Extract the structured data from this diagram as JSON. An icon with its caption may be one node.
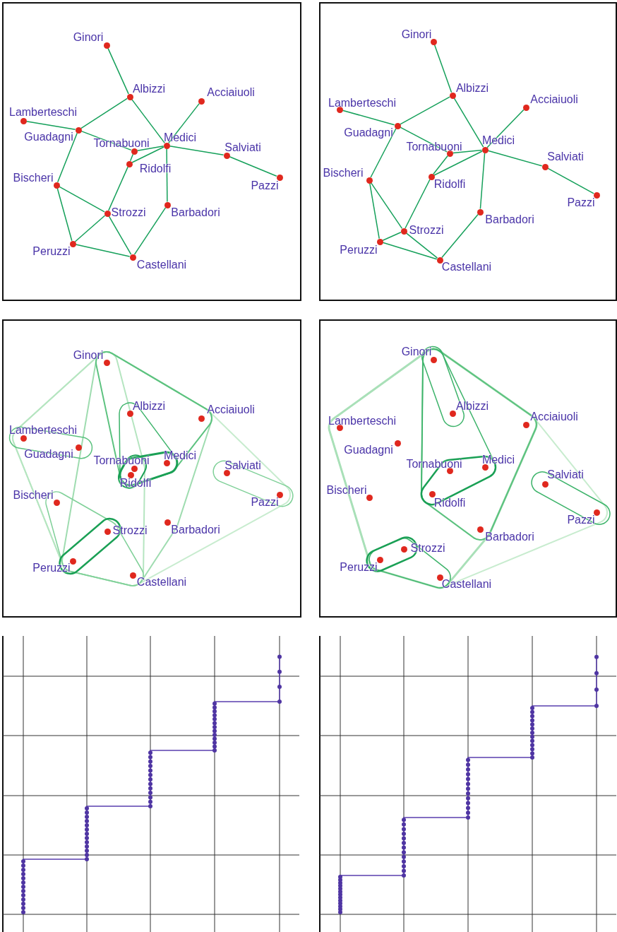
{
  "diagram": {
    "nodes": [
      {
        "text": [
          "Ginori"
        ]
      },
      {
        "text": [
          "Albizzi"
        ]
      },
      {
        "text": [
          "Acciaiuoli"
        ]
      },
      {
        "text": [
          "Lamberteschi"
        ]
      },
      {
        "text": [
          "Guadagni"
        ]
      },
      {
        "text": [
          "Tornabuoni"
        ]
      },
      {
        "text": [
          "Medici"
        ]
      },
      {
        "text": [
          "Salviati"
        ]
      },
      {
        "text": [
          "Ridolfi"
        ]
      },
      {
        "text": [
          "Pazzi"
        ]
      },
      {
        "text": [
          "Bischeri"
        ]
      },
      {
        "text": [
          "Strozzi"
        ]
      },
      {
        "text": [
          "Barbadori"
        ]
      },
      {
        "text": [
          "Peruzzi"
        ]
      },
      {
        "text": [
          "Castellani"
        ]
      },
      {
        "text": [
          "Ginori"
        ]
      },
      {
        "text": [
          "Albizzi"
        ]
      },
      {
        "text": [
          "Acciaiuoli"
        ]
      },
      {
        "text": [
          "Lamberteschi"
        ]
      },
      {
        "text": [
          "Guadagni"
        ]
      },
      {
        "text": [
          "Tornabuoni"
        ]
      },
      {
        "text": [
          "Medici"
        ]
      },
      {
        "text": [
          "Salviati"
        ]
      },
      {
        "text": [
          "Ridolfi"
        ]
      },
      {
        "text": [
          "Pazzi"
        ]
      },
      {
        "text": [
          "Bischeri"
        ]
      },
      {
        "text": [
          "Strozzi"
        ]
      },
      {
        "text": [
          "Barbadori"
        ]
      },
      {
        "text": [
          "Peruzzi"
        ]
      },
      {
        "text": [
          "Castellani"
        ]
      },
      {
        "text": [
          "Ginori"
        ]
      },
      {
        "text": [
          "Albizzi"
        ]
      },
      {
        "text": [
          "Acciaiuoli"
        ]
      },
      {
        "text": [
          "Lamberteschi"
        ]
      },
      {
        "text": [
          "Guadagni"
        ]
      },
      {
        "text": [
          "Tornabuoni"
        ]
      },
      {
        "text": [
          "Medici"
        ]
      },
      {
        "text": [
          "Salviati"
        ]
      },
      {
        "text": [
          "Ridolfi"
        ]
      },
      {
        "text": [
          "Pazzi"
        ]
      },
      {
        "text": [
          "Bischeri"
        ]
      },
      {
        "text": [
          "Strozzi"
        ]
      },
      {
        "text": [
          "Barbadori"
        ]
      },
      {
        "text": [
          "Peruzzi"
        ]
      },
      {
        "text": [
          "Castellani"
        ]
      },
      {
        "text": [
          "Ginori"
        ]
      },
      {
        "text": [
          "Albizzi"
        ]
      },
      {
        "text": [
          "Acciaiuoli"
        ]
      },
      {
        "text": [
          "Lamberteschi"
        ]
      },
      {
        "text": [
          "Guadagni"
        ]
      },
      {
        "text": [
          "Tornabuoni"
        ]
      },
      {
        "text": [
          "Medici"
        ]
      },
      {
        "text": [
          "Salviati"
        ]
      },
      {
        "text": [
          "Ridolfi"
        ]
      },
      {
        "text": [
          "Pazzi"
        ]
      },
      {
        "text": [
          "Bischeri"
        ]
      },
      {
        "text": [
          "Strozzi"
        ]
      },
      {
        "text": [
          "Barbadori"
        ]
      },
      {
        "text": [
          "Peruzzi"
        ]
      },
      {
        "text": [
          "Castellani"
        ]
      }
    ],
    "edges": [
      {
        "from": 0,
        "to": 1,
        "arrow": "none"
      },
      {
        "from": 1,
        "to": 4,
        "arrow": "none"
      },
      {
        "from": 1,
        "to": 6,
        "arrow": "none"
      },
      {
        "from": 2,
        "to": 6,
        "arrow": "none"
      },
      {
        "from": 3,
        "to": 4,
        "arrow": "none"
      },
      {
        "from": 4,
        "to": 5,
        "arrow": "none"
      },
      {
        "from": 4,
        "to": 10,
        "arrow": "none"
      },
      {
        "from": 5,
        "to": 6,
        "arrow": "none"
      },
      {
        "from": 5,
        "to": 8,
        "arrow": "none"
      },
      {
        "from": 6,
        "to": 8,
        "arrow": "none"
      },
      {
        "from": 6,
        "to": 7,
        "arrow": "none"
      },
      {
        "from": 6,
        "to": 12,
        "arrow": "none"
      },
      {
        "from": 7,
        "to": 9,
        "arrow": "none"
      },
      {
        "from": 8,
        "to": 11,
        "arrow": "none"
      },
      {
        "from": 10,
        "to": 11,
        "arrow": "none"
      },
      {
        "from": 10,
        "to": 13,
        "arrow": "none"
      },
      {
        "from": 11,
        "to": 13,
        "arrow": "none"
      },
      {
        "from": 11,
        "to": 14,
        "arrow": "none"
      },
      {
        "from": 12,
        "to": 14,
        "arrow": "none"
      },
      {
        "from": 13,
        "to": 14,
        "arrow": "none"
      },
      {
        "from": 15,
        "to": 16,
        "arrow": "none"
      },
      {
        "from": 16,
        "to": 19,
        "arrow": "none"
      },
      {
        "from": 16,
        "to": 21,
        "arrow": "none"
      },
      {
        "from": 17,
        "to": 21,
        "arrow": "none"
      },
      {
        "from": 18,
        "to": 19,
        "arrow": "none"
      },
      {
        "from": 19,
        "to": 20,
        "arrow": "none"
      },
      {
        "from": 19,
        "to": 25,
        "arrow": "none"
      },
      {
        "from": 20,
        "to": 21,
        "arrow": "none"
      },
      {
        "from": 20,
        "to": 23,
        "arrow": "none"
      },
      {
        "from": 21,
        "to": 23,
        "arrow": "none"
      },
      {
        "from": 21,
        "to": 22,
        "arrow": "none"
      },
      {
        "from": 21,
        "to": 27,
        "arrow": "none"
      },
      {
        "from": 22,
        "to": 24,
        "arrow": "none"
      },
      {
        "from": 23,
        "to": 26,
        "arrow": "none"
      },
      {
        "from": 25,
        "to": 26,
        "arrow": "none"
      },
      {
        "from": 25,
        "to": 28,
        "arrow": "none"
      },
      {
        "from": 26,
        "to": 28,
        "arrow": "none"
      },
      {
        "from": 26,
        "to": 29,
        "arrow": "none"
      },
      {
        "from": 27,
        "to": 29,
        "arrow": "none"
      },
      {
        "from": 28,
        "to": 29,
        "arrow": "none"
      }
    ]
  }
}
